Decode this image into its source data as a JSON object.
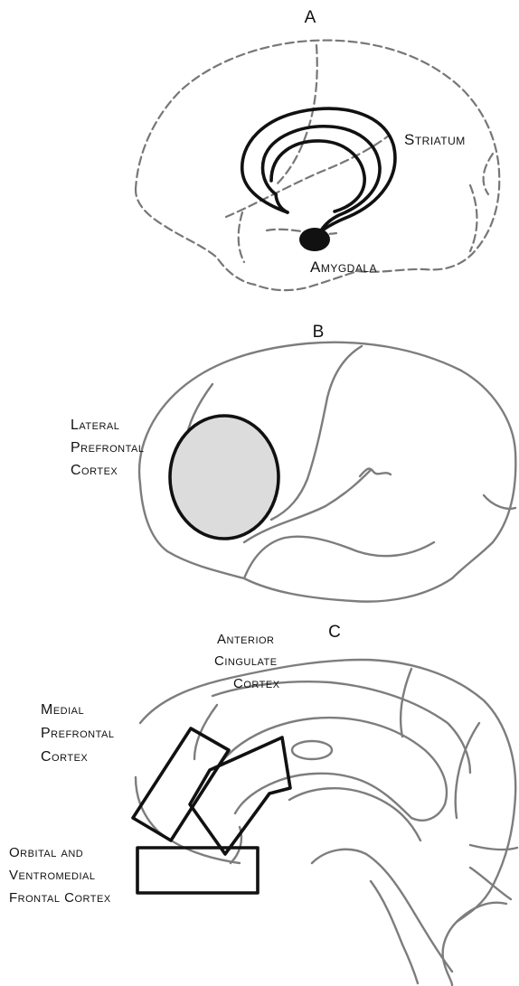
{
  "panels": [
    {
      "letter": "A",
      "labels": {
        "striatum": "Striatum",
        "amygdala": "Amygdala"
      }
    },
    {
      "letter": "B",
      "labels": {
        "lpfc_1": "Lateral",
        "lpfc_2": "Prefrontal",
        "lpfc_3": "Cortex"
      }
    },
    {
      "letter": "C",
      "labels": {
        "acc_1": "Anterior",
        "acc_2": "Cingulate",
        "acc_3": "Cortex",
        "mpfc_1": "Medial",
        "mpfc_2": "Prefrontal",
        "mpfc_3": "Cortex",
        "ofc_1": "Orbital and",
        "ofc_2": "Ventromedial",
        "ofc_3": "Frontal Cortex"
      }
    }
  ],
  "colors": {
    "outline": "#7d7d7d",
    "region_stroke": "#111111",
    "lpfc_fill": "#dcdcdc",
    "amygdala_fill": "#111111"
  }
}
